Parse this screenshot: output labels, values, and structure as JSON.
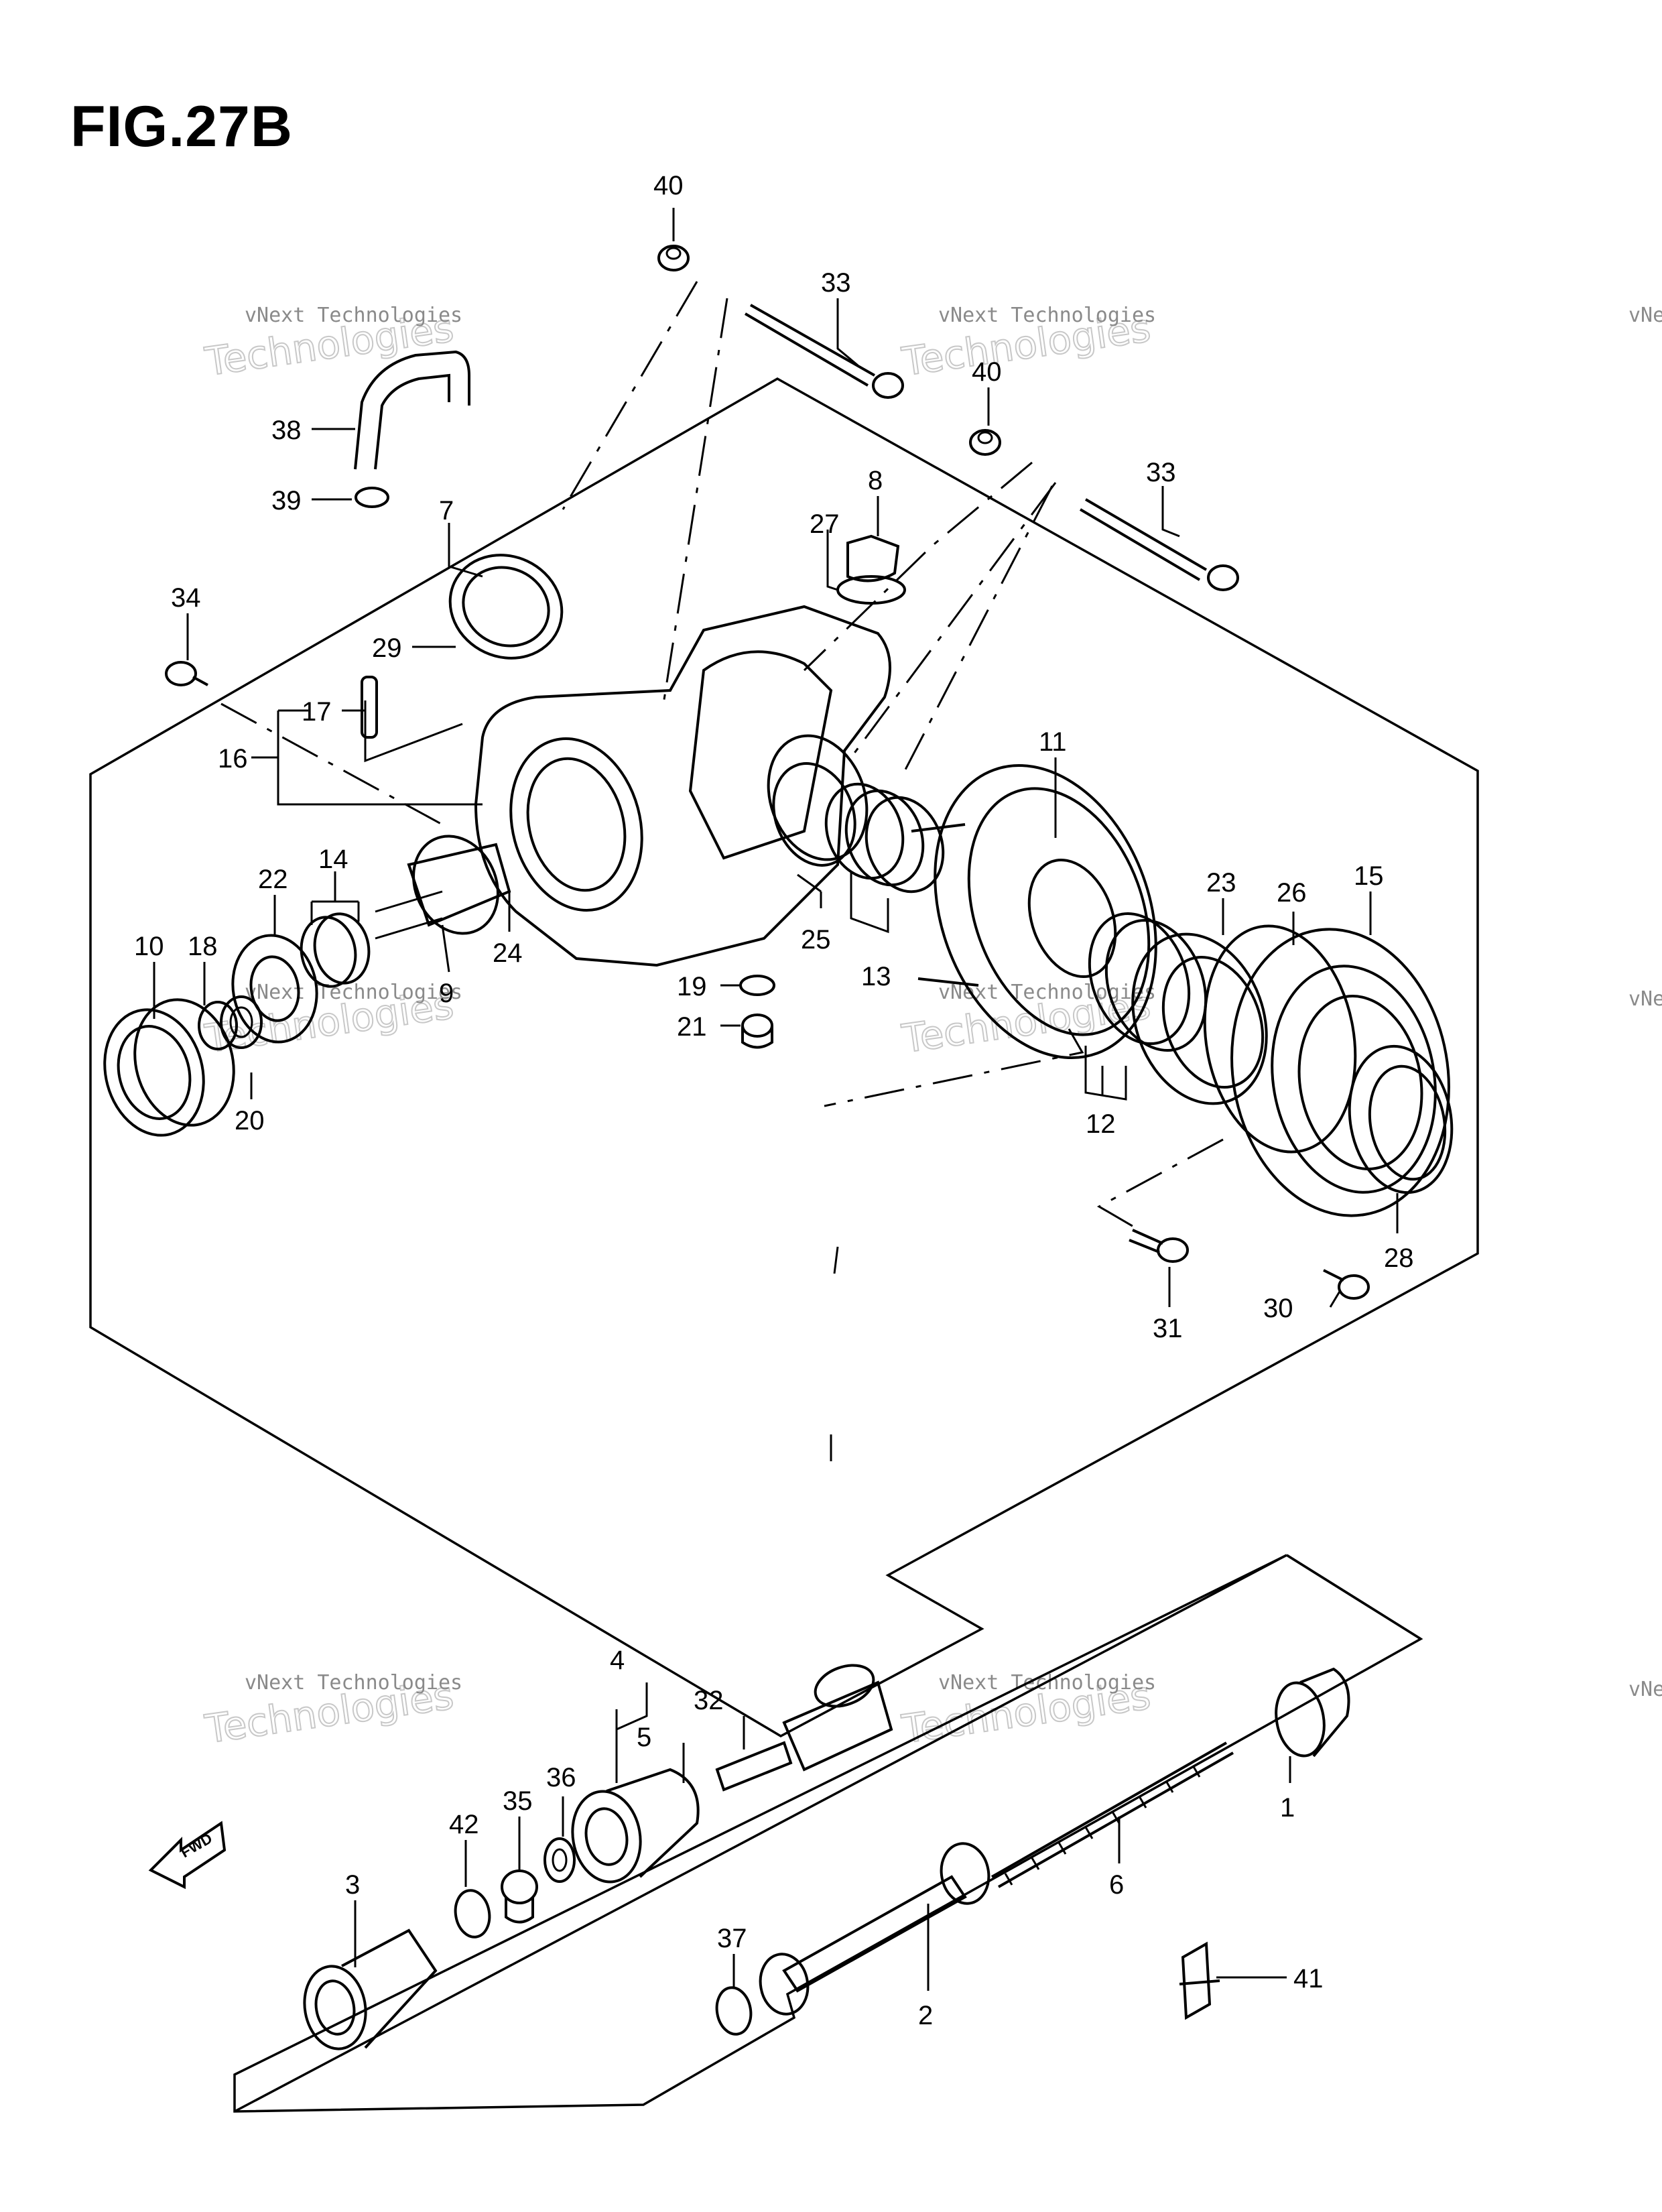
{
  "figure": {
    "title": "FIG.27B"
  },
  "watermark": {
    "line1": "vNext Technologies",
    "line2": "Technologies",
    "line3": "vNext"
  },
  "fwd_label": "FWD",
  "callouts": [
    {
      "id": "c40a",
      "label": "40"
    },
    {
      "id": "c33a",
      "label": "33"
    },
    {
      "id": "c40b",
      "label": "40"
    },
    {
      "id": "c33b",
      "label": "33"
    },
    {
      "id": "c38",
      "label": "38"
    },
    {
      "id": "c39",
      "label": "39"
    },
    {
      "id": "c7",
      "label": "7"
    },
    {
      "id": "c8",
      "label": "8"
    },
    {
      "id": "c27",
      "label": "27"
    },
    {
      "id": "c34",
      "label": "34"
    },
    {
      "id": "c29",
      "label": "29"
    },
    {
      "id": "c17",
      "label": "17"
    },
    {
      "id": "c16",
      "label": "16"
    },
    {
      "id": "c11",
      "label": "11"
    },
    {
      "id": "c22",
      "label": "22"
    },
    {
      "id": "c14",
      "label": "14"
    },
    {
      "id": "c10",
      "label": "10"
    },
    {
      "id": "c18",
      "label": "18"
    },
    {
      "id": "c24",
      "label": "24"
    },
    {
      "id": "c9",
      "label": "9"
    },
    {
      "id": "c25",
      "label": "25"
    },
    {
      "id": "c13",
      "label": "13"
    },
    {
      "id": "c19",
      "label": "19"
    },
    {
      "id": "c21",
      "label": "21"
    },
    {
      "id": "c23",
      "label": "23"
    },
    {
      "id": "c26",
      "label": "26"
    },
    {
      "id": "c15",
      "label": "15"
    },
    {
      "id": "c20",
      "label": "20"
    },
    {
      "id": "c12",
      "label": "12"
    },
    {
      "id": "c28",
      "label": "28"
    },
    {
      "id": "c31",
      "label": "31"
    },
    {
      "id": "c30",
      "label": "30"
    },
    {
      "id": "c4",
      "label": "4"
    },
    {
      "id": "c32",
      "label": "32"
    },
    {
      "id": "c5",
      "label": "5"
    },
    {
      "id": "c36",
      "label": "36"
    },
    {
      "id": "c35",
      "label": "35"
    },
    {
      "id": "c42",
      "label": "42"
    },
    {
      "id": "c3",
      "label": "3"
    },
    {
      "id": "c1",
      "label": "1"
    },
    {
      "id": "c6",
      "label": "6"
    },
    {
      "id": "c37",
      "label": "37"
    },
    {
      "id": "c2",
      "label": "2"
    },
    {
      "id": "c41",
      "label": "41"
    }
  ]
}
